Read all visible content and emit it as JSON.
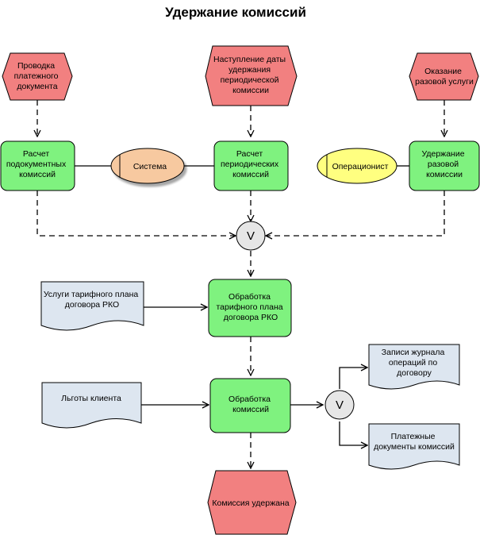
{
  "title": "Удержание комиссий",
  "events": {
    "e1": [
      "Проводка",
      "платежного",
      "документа"
    ],
    "e2": [
      "Наступление даты",
      "удержания",
      "периодической",
      "комиссии"
    ],
    "e3": [
      "Оказание",
      "разовой услуги"
    ],
    "e_end": [
      "Комиссия удержана"
    ]
  },
  "functions": {
    "f1": [
      "Расчет",
      "подокументных",
      "комиссий"
    ],
    "f2": [
      "Расчет",
      "периодических",
      "комиссий"
    ],
    "f3": [
      "Удержание",
      "разовой",
      "комиссии"
    ],
    "f4": [
      "Обработка",
      "тарифного плана",
      "договора РКО"
    ],
    "f5": [
      "Обработка",
      "комиссий"
    ]
  },
  "roles": {
    "r1": "Система",
    "r2": "Операционист"
  },
  "documents": {
    "d1": [
      "Услуги тарифного плана",
      "договора РКО"
    ],
    "d2": [
      "Льготы клиента"
    ],
    "d3": [
      "Записи журнала",
      "операций по",
      "договору"
    ],
    "d4": [
      "Платежные",
      "документы комиссий"
    ]
  },
  "operators": {
    "op1": "V",
    "op2": "V"
  },
  "colors": {
    "event_fill": "#f28080",
    "function_fill": "#7ff27f",
    "document_fill": "#dde6f0",
    "role_system_fill": "#f7c9a0",
    "role_operator_fill": "#ffff80",
    "operator_fill": "#e6e6e6"
  }
}
